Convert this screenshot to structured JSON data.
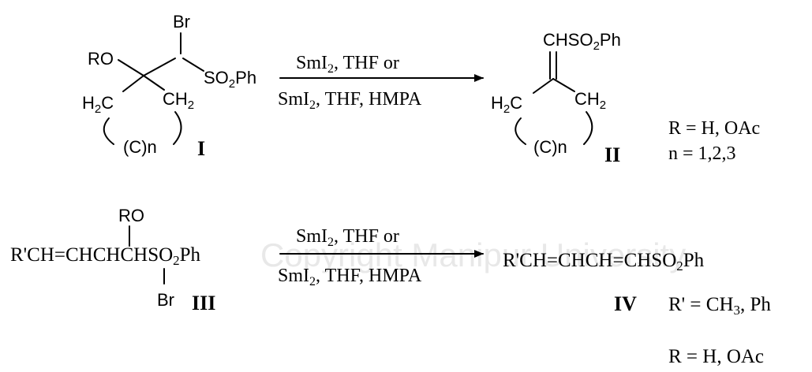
{
  "scheme1": {
    "compound_I": {
      "br": "Br",
      "ro": "RO",
      "so2ph": {
        "pre": "SO",
        "sub": "2",
        "post": "Ph"
      },
      "h2c": {
        "pre": "H",
        "sub": "2",
        "post": "C"
      },
      "ch2": {
        "pre": "CH",
        "sub": "2"
      },
      "ring": "(C)n",
      "label": "I"
    },
    "conditions": {
      "line1": {
        "a": "SmI",
        "sub": "2",
        "b": ", THF or"
      },
      "line2": {
        "a": "SmI",
        "sub": "2",
        "b": ", THF, HMPA"
      }
    },
    "compound_II": {
      "chso2ph": {
        "pre": "CHSO",
        "sub": "2",
        "post": "Ph"
      },
      "h2c": {
        "pre": "H",
        "sub": "2",
        "post": "C"
      },
      "ch2": {
        "pre": "CH",
        "sub": "2"
      },
      "ring": "(C)n",
      "label": "II"
    },
    "notes": {
      "r": "R = H, OAc",
      "n": "n = 1,2,3"
    }
  },
  "scheme2": {
    "compound_III": {
      "ro": "RO",
      "formula": {
        "pre": "R'CH=CHCHCHSO",
        "sub": "2",
        "post": "Ph"
      },
      "br": "Br",
      "label": "III"
    },
    "conditions": {
      "line1": {
        "a": "SmI",
        "sub": "2",
        "b": ", THF or"
      },
      "line2": {
        "a": "SmI",
        "sub": "2",
        "b": ", THF, HMPA"
      }
    },
    "compound_IV": {
      "formula": {
        "pre": "R'CH=CHCH=CHSO",
        "sub": "2",
        "post": "Ph"
      },
      "label": "IV",
      "r_prime": {
        "pre": "R' = CH",
        "sub": "3",
        "post": ", Ph"
      },
      "r": "R =  H, OAc"
    }
  },
  "watermark": "Copyright Manipur University"
}
